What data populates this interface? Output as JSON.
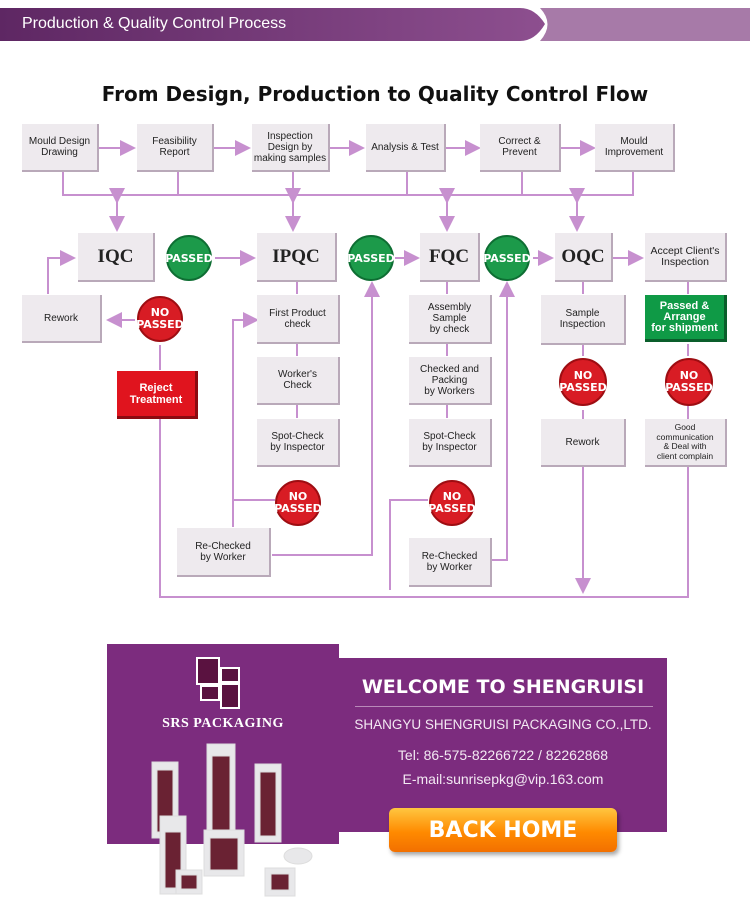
{
  "header": {
    "title": "Production & Quality Control Process"
  },
  "flow": {
    "title": "From Design, Production to Quality Control Flow",
    "top_steps": [
      "Mould Design\nDrawing",
      "Feasibility\nReport",
      "Inspection\nDesign by\nmaking samples",
      "Analysis & Test",
      "Correct & Prevent",
      "Mould\nImprovement"
    ],
    "stages": {
      "iqc": "IQC",
      "ipqc": "IPQC",
      "fqc": "FQC",
      "oqc": "OQC"
    },
    "accept_inspection": "Accept Client's\nInspection",
    "passed_label": "PASSED",
    "no_passed_label": "NO\nPASSED",
    "iqc_col": {
      "rework": "Rework",
      "reject": "Reject Treatment"
    },
    "ipqc_col": {
      "first_product": "First Product\ncheck",
      "workers_check": "Worker's\nCheck",
      "spot_check": "Spot-Check\nby Inspector",
      "rechecked": "Re-Checked\nby Worker"
    },
    "fqc_col": {
      "assembly": "Assembly\nSample\nby check",
      "checked_packing": "Checked and\nPacking\nby Workers",
      "spot_check": "Spot-Check\nby Inspector",
      "rechecked": "Re-Checked\nby Worker"
    },
    "oqc_col": {
      "sample_inspection": "Sample\nInspection",
      "rework": "Rework"
    },
    "client_col": {
      "passed_arrange": "Passed &\nArrange\nfor shipment",
      "good_comm": "Good\ncommunication\n& Deal with\nclient complain"
    }
  },
  "footer": {
    "brand": "SRS PACKAGING",
    "welcome": "WELCOME TO SHENGRUISI",
    "company": "SHANGYU SHENGRUISI PACKAGING CO.,LTD.",
    "tel": "Tel: 86-575-82266722 / 82262868",
    "email": "E-mail:sunrisepkg@vip.163.com",
    "back_home": "BACK HOME"
  },
  "colors": {
    "purple": "#7c2c7e",
    "line": "#c790cf",
    "passed": "#1c9a4a",
    "no_passed": "#d81c24"
  }
}
